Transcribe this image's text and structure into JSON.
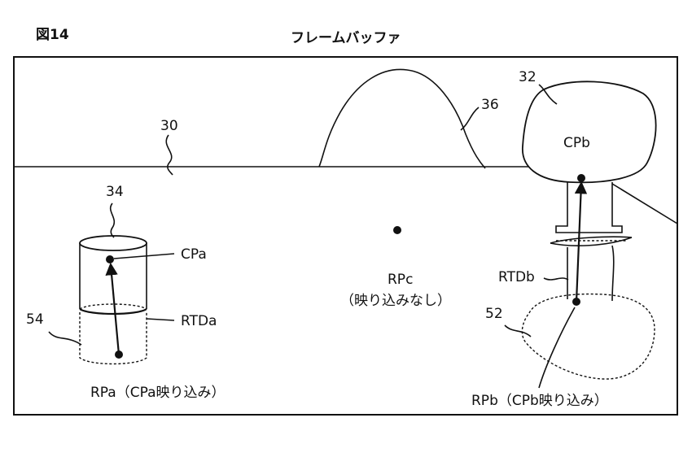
{
  "figure_label": "図14",
  "title": "フレームバッファ",
  "refs": {
    "r30": "30",
    "r32": "32",
    "r34": "34",
    "r36": "36",
    "r52": "52",
    "r54": "54"
  },
  "points": {
    "cpa": "CPa",
    "cpb": "CPb",
    "rpc": "RPc",
    "rpc_note": "（映り込みなし）",
    "rpa": "RPa（CPa映り込み）",
    "rpb": "RPb（CPb映り込み）"
  },
  "reflections": {
    "rtda": "RTDa",
    "rtdb": "RTDb"
  }
}
